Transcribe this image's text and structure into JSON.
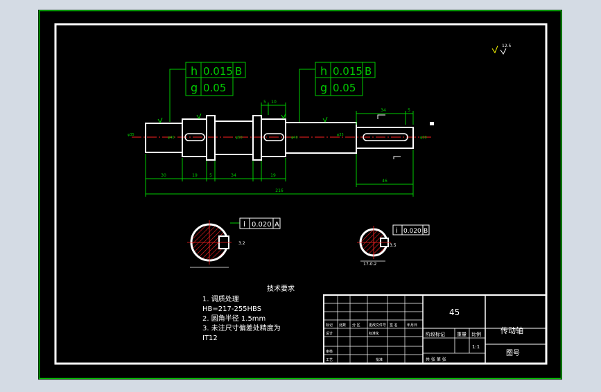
{
  "tolerance_frames": {
    "left": {
      "row1": [
        "h",
        "0.015",
        "B"
      ],
      "row2": [
        "g",
        "0.05"
      ]
    },
    "right": {
      "row1": [
        "h",
        "0.015",
        "B"
      ],
      "row2": [
        "g",
        "0.05"
      ]
    }
  },
  "roughness_note": "12.5",
  "dimensions": {
    "d30": "30",
    "d19a": "19",
    "d5a": "5",
    "d34a": "34",
    "d19b": "19",
    "d216": "216",
    "d46": "46",
    "d34top": "34",
    "d5top": "5",
    "d5b": "5",
    "d10": "10"
  },
  "section_frames": {
    "a": [
      "i",
      "0.020",
      "A"
    ],
    "b": [
      "i",
      "0.020",
      "B"
    ]
  },
  "section_labels": {
    "a_dim": "3.2",
    "b_dim": "3.5",
    "b_under": "17-0.2"
  },
  "tech_requirements": {
    "heading": "技术要求",
    "lines": [
      "1. 调质处理",
      "HB=217-255HBS",
      "2. 圆角半径  1.5mm",
      "3. 未注尺寸偏差处精度为",
      "IT12"
    ]
  },
  "title_block": {
    "material": "45",
    "part_name": "传动轴",
    "drawing_no_label": "图号",
    "stage_label": "阶段标记",
    "weight_label": "重量",
    "scale_label": "比例",
    "scale_value": "1:1",
    "row_labels": [
      "标记",
      "处数",
      "分 区",
      "更改文件号",
      "签 名",
      "年月日"
    ],
    "row_labels2": [
      "设计",
      "标准化",
      "审核",
      "工艺",
      "批准"
    ],
    "sheet_label": "共 张 第 张"
  },
  "colors": {
    "frame": "#ffffff",
    "outline": "#ffffff",
    "dimension": "#00cc00",
    "center": "#ff2020",
    "hatch": "#ff2020",
    "background": "#000000",
    "roughness": "#ffff00"
  }
}
